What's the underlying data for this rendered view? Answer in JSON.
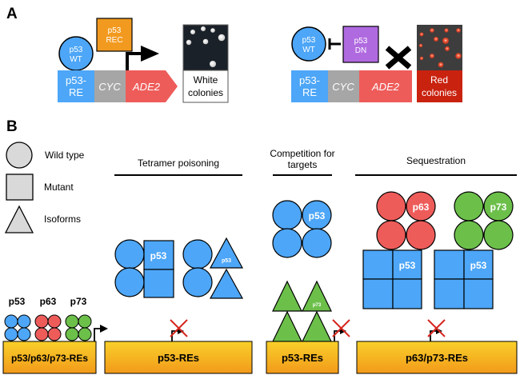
{
  "panels": {
    "a": "A",
    "b": "B"
  },
  "panel_a": {
    "left": {
      "wt_line1": "p53",
      "wt_line2": "WT",
      "rec_line1": "p53",
      "rec_line2": "REC",
      "re_line1": "p53-",
      "re_line2": "RE",
      "cyc": "CYC",
      "ade2": "ADE2",
      "result_line1": "White",
      "result_line2": "colonies"
    },
    "right": {
      "wt_line1": "p53",
      "wt_line2": "WT",
      "dn_line1": "p53",
      "dn_line2": "DN",
      "re_line1": "p53-",
      "re_line2": "RE",
      "cyc": "CYC",
      "ade2": "ADE2",
      "result_line1": "Red",
      "result_line2": "colonies"
    }
  },
  "legend": {
    "wild_type": "Wild type",
    "mutant": "Mutant",
    "isoforms": "Isoforms"
  },
  "baseline": {
    "p53": "p53",
    "p63": "p63",
    "p73": "p73",
    "re": "p53/p63/p73-REs"
  },
  "mechanisms": {
    "tetramer": {
      "title": "Tetramer poisoning",
      "mutant_label": "p53",
      "isoform_label": "p53",
      "re": "p53-REs"
    },
    "competition": {
      "title_line1": "Competition for",
      "title_line2": "targets",
      "tetramer_label": "p53",
      "isoform_label": "p73",
      "re": "p53-REs"
    },
    "sequestration": {
      "title": "Sequestration",
      "p63_label": "p63",
      "p73_label": "p73",
      "mutant_label_1": "p53",
      "mutant_label_2": "p53",
      "re": "p63/p73-REs"
    }
  },
  "colors": {
    "p53": "#4da6f7",
    "p63": "#ee5c5a",
    "p73": "#6cc04a",
    "rec": "#f29a1f",
    "dn": "#b06ae0",
    "cyc": "#a6a6a6",
    "red_result": "#c9220f",
    "legend_gray": "#d9d9d9",
    "re_box_top": "#f7c823",
    "re_box_bottom": "#f29a1a",
    "inhibit_x": "#d6261f"
  }
}
